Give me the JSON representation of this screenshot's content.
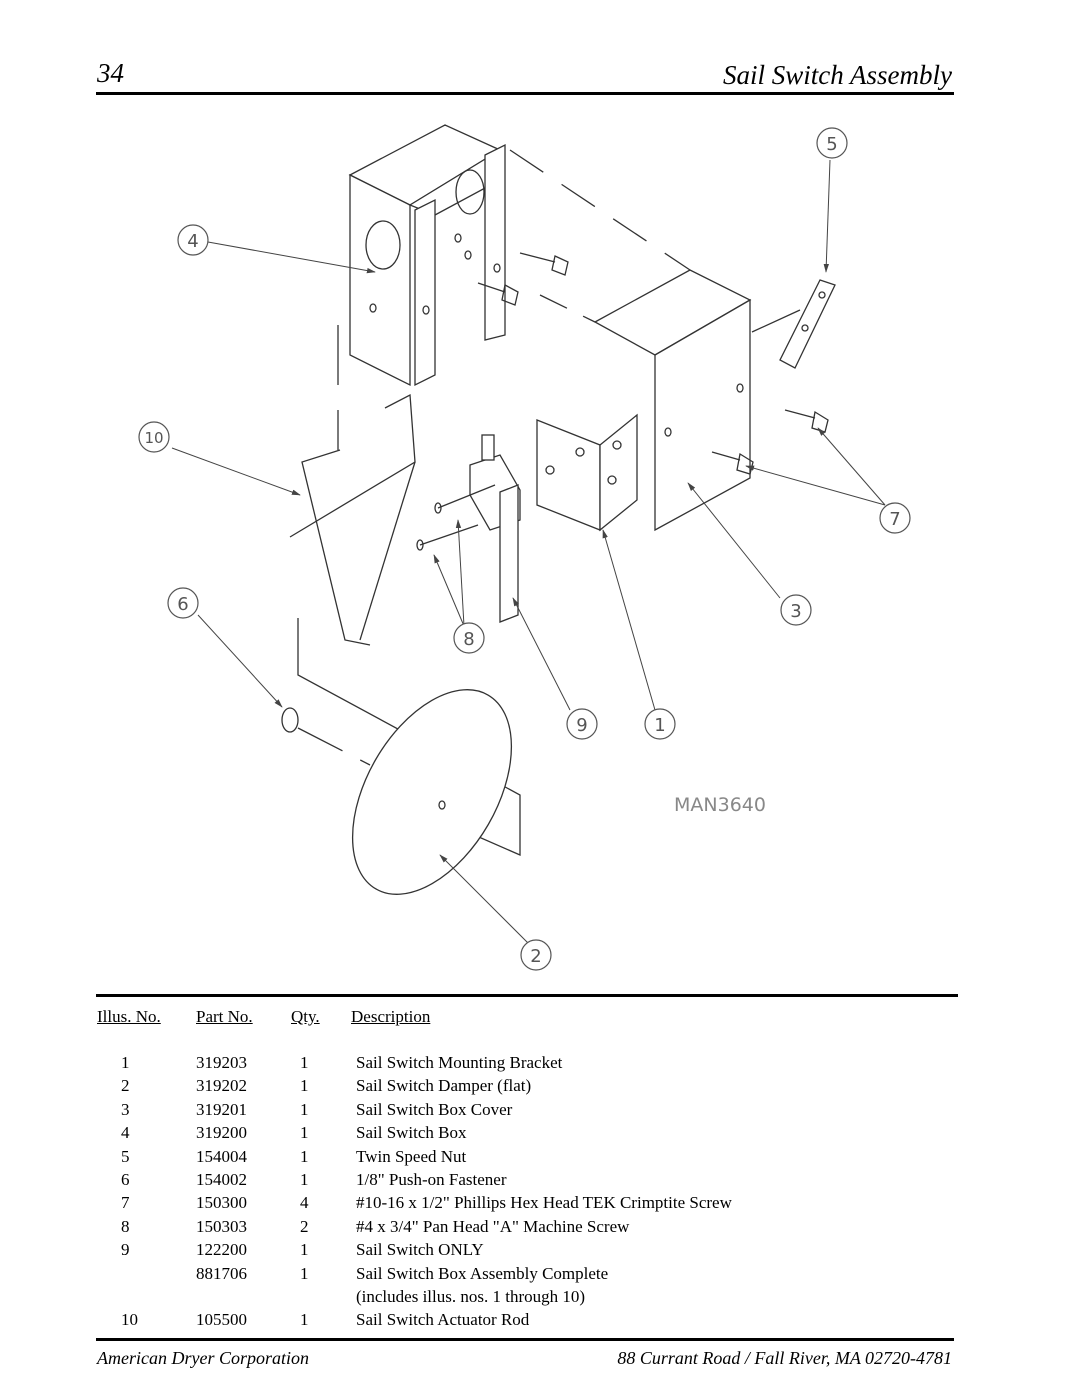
{
  "header": {
    "page_number": "34",
    "title": "Sail Switch Assembly"
  },
  "diagram": {
    "callouts": [
      "1",
      "2",
      "3",
      "4",
      "5",
      "6",
      "7",
      "8",
      "9",
      "10"
    ],
    "drawing_code": "MAN3640"
  },
  "table": {
    "headers": {
      "illus": "Illus. No.",
      "part": "Part No.",
      "qty": "Qty.",
      "desc": "Description"
    },
    "rows": [
      {
        "illus": "1",
        "part": "319203",
        "qty": "1",
        "desc": "Sail Switch Mounting Bracket"
      },
      {
        "illus": "2",
        "part": "319202",
        "qty": "1",
        "desc": "Sail Switch Damper (flat)"
      },
      {
        "illus": "3",
        "part": "319201",
        "qty": "1",
        "desc": "Sail Switch Box Cover"
      },
      {
        "illus": "4",
        "part": "319200",
        "qty": "1",
        "desc": "Sail Switch Box"
      },
      {
        "illus": "5",
        "part": "154004",
        "qty": "1",
        "desc": "Twin Speed Nut"
      },
      {
        "illus": "6",
        "part": "154002",
        "qty": "1",
        "desc": "1/8\" Push-on Fastener"
      },
      {
        "illus": "7",
        "part": "150300",
        "qty": "4",
        "desc": "#10-16 x 1/2\" Phillips Hex Head TEK Crimptite Screw"
      },
      {
        "illus": "8",
        "part": "150303",
        "qty": "2",
        "desc": "#4 x 3/4\" Pan Head \"A\" Machine Screw"
      },
      {
        "illus": "9",
        "part": "122200",
        "qty": "1",
        "desc": "Sail Switch ONLY"
      },
      {
        "illus": "",
        "part": "881706",
        "qty": "1",
        "desc": "Sail Switch Box Assembly Complete"
      },
      {
        "illus": "",
        "part": "",
        "qty": "",
        "desc": "(includes illus. nos. 1 through 10)"
      },
      {
        "illus": "10",
        "part": "105500",
        "qty": "1",
        "desc": "Sail Switch Actuator Rod"
      }
    ]
  },
  "footer": {
    "company": "American Dryer Corporation",
    "address": "88 Currant Road  /  Fall River, MA 02720-4781"
  }
}
